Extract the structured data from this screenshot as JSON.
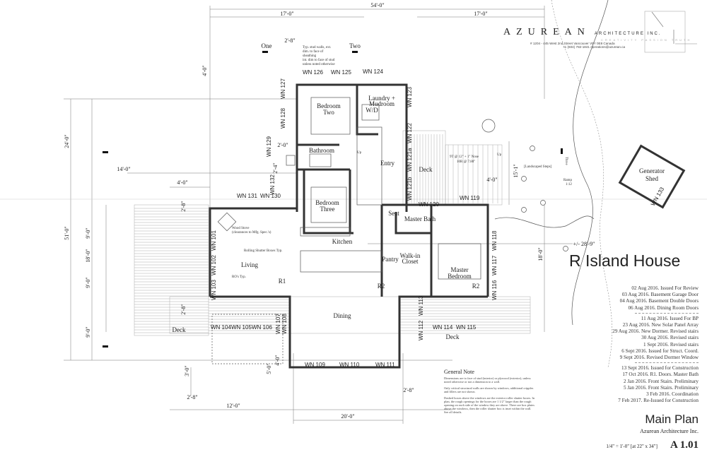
{
  "firm": {
    "name": "AZUREAN",
    "type": "ARCHITECTURE INC.",
    "tagline": "CREATIVITY  PASSION  TRUTH",
    "address": "# 1204 - 445 West 2nd Street    Vancouver  V5Y 0E8  Canada",
    "contact": "+1 (604) 782-1841    operations@azurean.ca"
  },
  "project_title": "R Island House",
  "revisions_groups": [
    [
      "02 Aug 2016.  Issued For Review",
      "03 Aug 2016.  Basement Garage Door",
      "04 Aug 2016.  Basement Double Doors",
      "06 Aug 2016.  Dining Room Doors"
    ],
    [
      "11 Aug 2016.  Issued For BP",
      "23 Aug 2016.  New Solar Panel Array",
      "29 Aug 2016.  New Dormer.  Revised stairs",
      "30 Aug 2016.  Revised stairs",
      "1 Sept 2016.  Revised stairs",
      "6 Sept 2016.  Issued for Struct. Coord.",
      "9 Sept 2016.  Revised Dormer Window"
    ],
    [
      "13 Sept 2016.  Issued for Construction",
      "17 Oct 2016.  R1.  Doors.  Master Bath",
      "2 Jan 2016.  Front Stairs.  Preliminary",
      "5 Jan 2016.  Front Stairs.  Preliminary",
      "3 Feb 2016. Coordination",
      "7 Feb 2017.  Re-Issued for Construction"
    ]
  ],
  "general_note": {
    "heading": "General Note",
    "paragraphs": [
      "Dimensions are to face of stud (interior) or plywood (exterior), unless noted otherwise or not a dimension to a wall.",
      "Only critical structural walls are shown by windows, additional cripples and fillers are not shown.",
      "Dashed boxes above the windows are the exterior roller shutter boxes. In plan, the rough openings for the boxes are 1 1/2\" larger than the rough opening on each side of the window they are above. There are box plates above the windows, then the roller shutter box is inset within the wall.  See all details."
    ]
  },
  "sheet": {
    "title": "Main Plan",
    "firm": "Azurean Architecture Inc.",
    "scale": "1/4\" = 1'-0\"  [at 22\" x 34\"]",
    "number": "A 1.01"
  },
  "rooms": {
    "bedroom_two": [
      "Bedroom",
      "Two"
    ],
    "laundry": [
      "Laundry +",
      "Mudroom"
    ],
    "wd": "W/D",
    "bathroom": "Bathroom",
    "bedroom_three": [
      "Bedroom",
      "Three"
    ],
    "entry": "Entry",
    "deck_upper": "Deck",
    "kitchen": "Kitchen",
    "living": "Living",
    "master_bath": "Master Bath",
    "seat": "Seat",
    "walk_in": [
      "Walk-in",
      "Closet"
    ],
    "pantry": "Pantry",
    "master_bedroom": [
      "Master",
      "Bedroom"
    ],
    "dining": "Dining",
    "deck_left": "Deck",
    "deck_right": "Deck",
    "generator": [
      "Generator",
      "Shed"
    ]
  },
  "windows": [
    "WN 126",
    "WN 125",
    "WN 124",
    "WN 127",
    "WN 128",
    "WN 123",
    "WN 129",
    "WN 122",
    "WN 121a",
    "WN 121b",
    "WN 132",
    "WN 131",
    "WN 130",
    "WN 120",
    "WN 119",
    "WN 101",
    "WN 102",
    "WN 103",
    "WN 118",
    "WN 117",
    "WN 116",
    "WN 107",
    "WN 108",
    "WN 104",
    "WN 105",
    "WN 106",
    "WN 113",
    "WN 112",
    "WN 114",
    "WN 115",
    "WN 109",
    "WN 110",
    "WN 111",
    "WN 133"
  ],
  "dimensions": [
    "54'-0\"",
    "17'-0\"",
    "17'-0\"",
    "2'-8\"",
    "4'-0\"",
    "24'-0\"",
    "2'-0\"",
    "2'-4\"",
    "14'-0\"",
    "4'-0\"",
    "2'-8\"",
    "51'-0\"",
    "9'-0\"",
    "18'-0\"",
    "9'-0\"",
    "2'-8\"",
    "9'-0\"",
    "3'-0\"",
    "5'-0\"",
    "4'-0\"",
    "2'-8\"",
    "12'-0\"",
    "2'-8\"",
    "20'-0\"",
    "15'-1\"",
    "4'-0\"",
    "18'-0\"",
    "+/-  28'-9\""
  ],
  "annotations": {
    "section_one": "One",
    "section_two": "Two",
    "stud_note": [
      "Typ. stud walls, ext.",
      "dim. to face of",
      "sheathing",
      "int. dim to face of stud",
      "unless noted otherwise"
    ],
    "wood_stove": [
      "Wood Stove",
      "(clearances to Mfg. Spec.'s)"
    ],
    "rolling_shutter": "Rolling Shutter Boxes Typ.",
    "rcs": "RO's Typ.",
    "landscaped_steps": "[Landscaped Steps]",
    "ramp": [
      "Ramp",
      "1:12"
    ],
    "three": "Three",
    "up1": "Up",
    "up2": "Up",
    "r1": "R1",
    "r2a": "R2",
    "r2b": "R2",
    "stair_note": [
      "9T @ 12\" + 1\" Nose",
      "10R @ 7.80\""
    ]
  }
}
